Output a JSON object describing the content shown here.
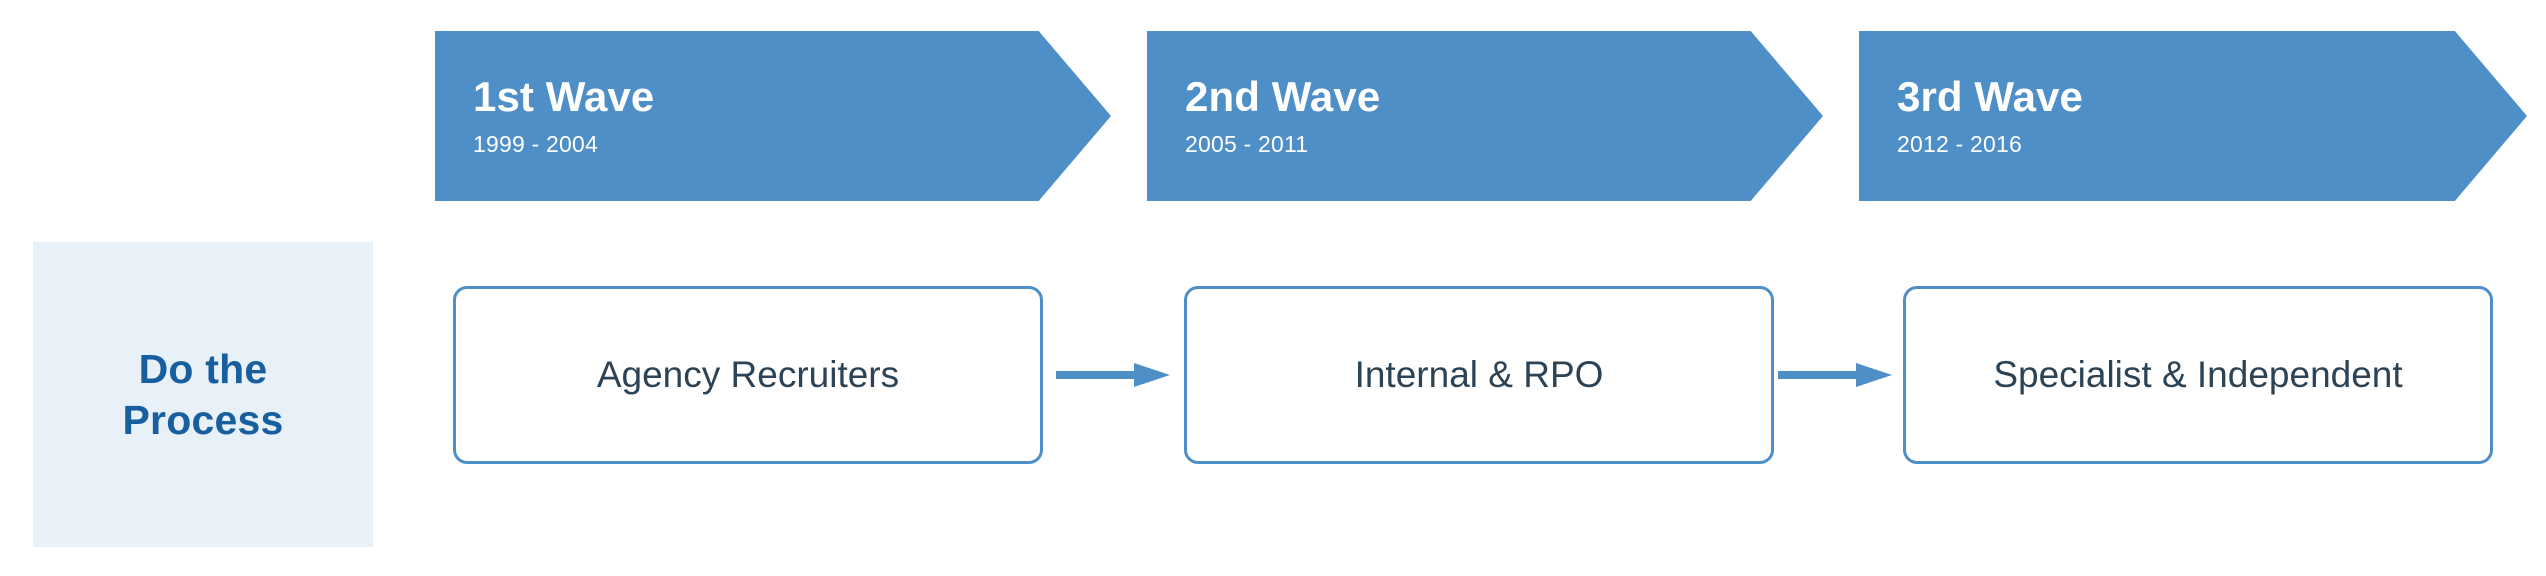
{
  "colors": {
    "chevron_fill": "#4e8fc8",
    "box_border": "#4e8fc8",
    "box_text": "#2c4356",
    "label_panel_bg": "#e8f0f8",
    "label_panel_text": "#175f9e",
    "arrow": "#4e8fc8",
    "page_bg": "#ffffff"
  },
  "row_label": {
    "text": "Do the\nProcess"
  },
  "timeline": {
    "waves": [
      {
        "title": "1st Wave",
        "period": "1999 - 2004"
      },
      {
        "title": "2nd Wave",
        "period": "2005 - 2011"
      },
      {
        "title": "3rd Wave",
        "period": "2012 - 2016"
      }
    ]
  },
  "process": {
    "steps": [
      {
        "label": "Agency Recruiters"
      },
      {
        "label": "Internal & RPO"
      },
      {
        "label": "Specialist & Independent"
      }
    ],
    "connector_icon": "arrow-right-icon"
  }
}
